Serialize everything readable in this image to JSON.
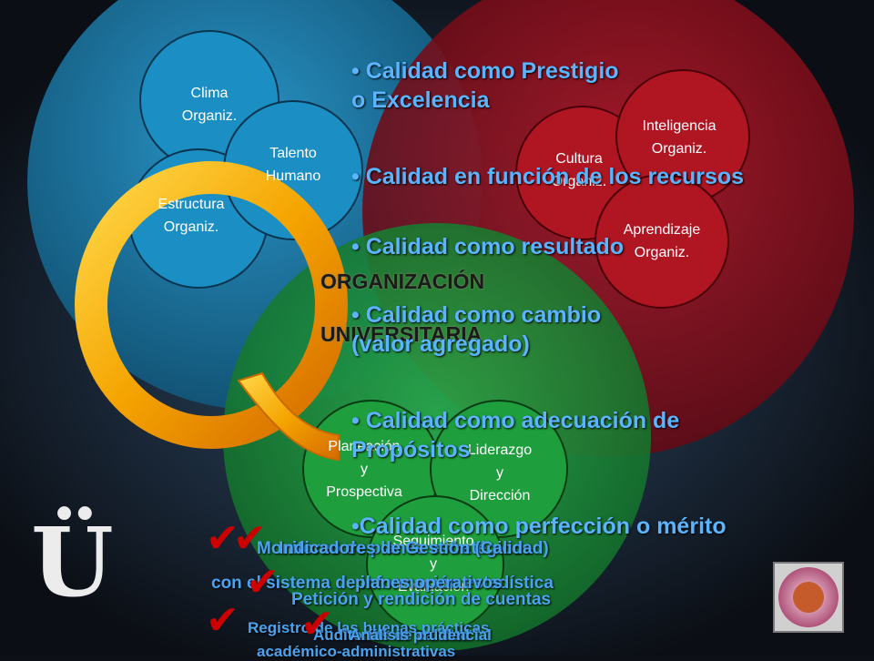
{
  "title": {
    "line1": "ORGANIZACIÓN",
    "line2": "UNIVERSITARIA"
  },
  "blue_circles": [
    {
      "label_line1": "Clima",
      "label_line2": "Organiz."
    },
    {
      "label_line1": "Talento",
      "label_line2": "Humano"
    },
    {
      "label_line1": "Estructura",
      "label_line2": "Organiz."
    }
  ],
  "red_circles": [
    {
      "label_line1": "Inteligencia",
      "label_line2": "Organiz."
    },
    {
      "label_line1": "Cultura",
      "label_line2": "Organiz."
    },
    {
      "label_line1": "Aprendizaje",
      "label_line2": "Organiz."
    }
  ],
  "green_circles": [
    {
      "label_line1": "Planeación",
      "label_line2": "y",
      "label_line3": "Prospectiva"
    },
    {
      "label_line1": "Liderazgo",
      "label_line2": "y",
      "label_line3": "Dirección"
    },
    {
      "label_line1": "Seguimiento",
      "label_line2": "y",
      "label_line3": "Evaluación"
    }
  ],
  "bullets": [
    {
      "line1": "• Calidad como Prestigio",
      "line2": "o Excelencia"
    },
    {
      "line1": "• Calidad en función de los recursos"
    },
    {
      "line1": "• Calidad como resultado"
    },
    {
      "line1": "• Calidad como cambio",
      "line2": "(valor agregado)"
    },
    {
      "line1": "• Calidad como adecuación de",
      "line2": "Propósitos"
    },
    {
      "line1": "•Calidad como perfección o mérito"
    }
  ],
  "actions": [
    "Monitoreo de planes estratégicos",
    "Indicadores de Gestión (Calidad)",
    "con el sistema de información estadística",
    "planes operativos",
    "Petición y rendición de cuentas",
    "Registro de las buenas prácticas",
    "Auditorías de calidad",
    "Análisis prudencial",
    "académico-administrativas"
  ],
  "big_letter": "Q",
  "logo_letter": "Ü",
  "check_mark": "✔",
  "colors": {
    "blue_circle": "#1c7ca8",
    "red_circle": "#8c1020",
    "green_circle": "#1f9a3a",
    "q_orange": "#f5a400",
    "bullet_text": "#5ab4ff",
    "check_red": "#cc0000"
  }
}
